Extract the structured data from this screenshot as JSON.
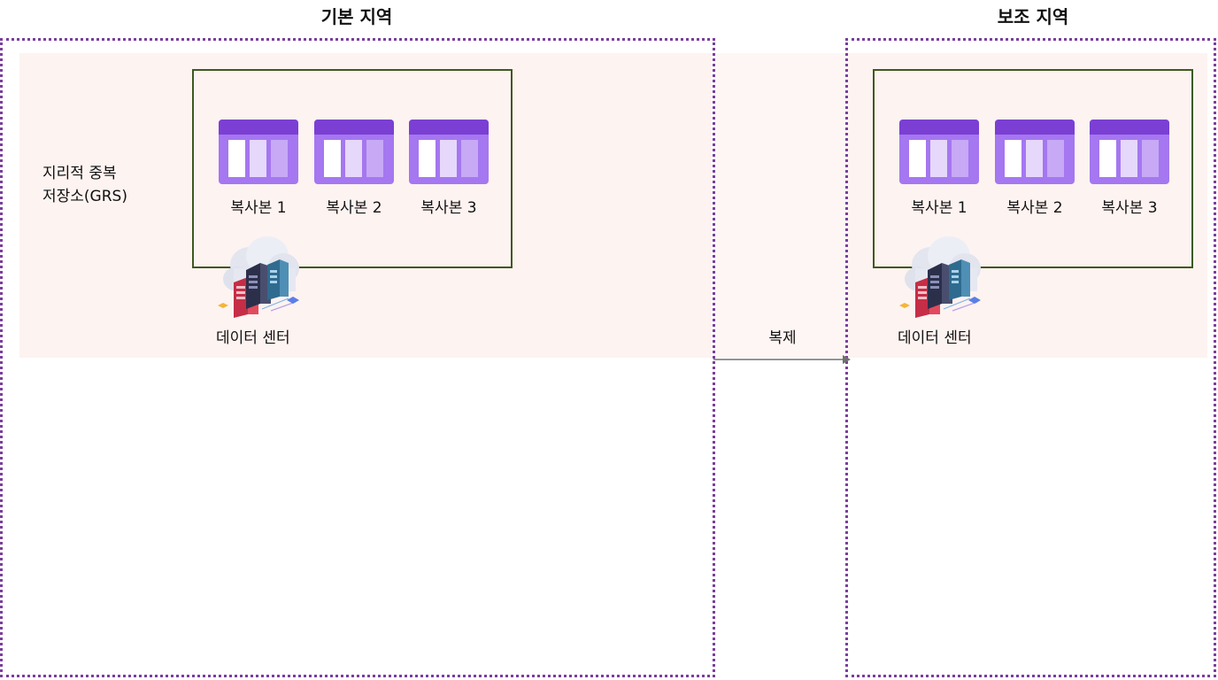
{
  "primary_region": {
    "title": "기본 지역",
    "grs_label_line1": "지리적 중복",
    "grs_label_line2": "저장소(GRS)",
    "replicas": [
      {
        "label": "복사본 1"
      },
      {
        "label": "복사본 2"
      },
      {
        "label": "복사본 3"
      }
    ],
    "datacenter_label": "데이터 센터"
  },
  "secondary_region": {
    "title": "보조 지역",
    "replicas": [
      {
        "label": "복사본 1"
      },
      {
        "label": "복사본 2"
      },
      {
        "label": "복사본 3"
      }
    ],
    "datacenter_label": "데이터 센터"
  },
  "replication_arrow": {
    "label": "복제"
  },
  "colors": {
    "region_border": "#7a3e9d",
    "band_fill": "#fdf3f1",
    "storage_border": "#3d5a1e",
    "replica_top": "#7b3fd4",
    "replica_body": "#a577f0",
    "arrow": "#707070"
  },
  "icons": {
    "replica": "storage-table-icon",
    "datacenter": "cloud-datacenter-icon"
  }
}
